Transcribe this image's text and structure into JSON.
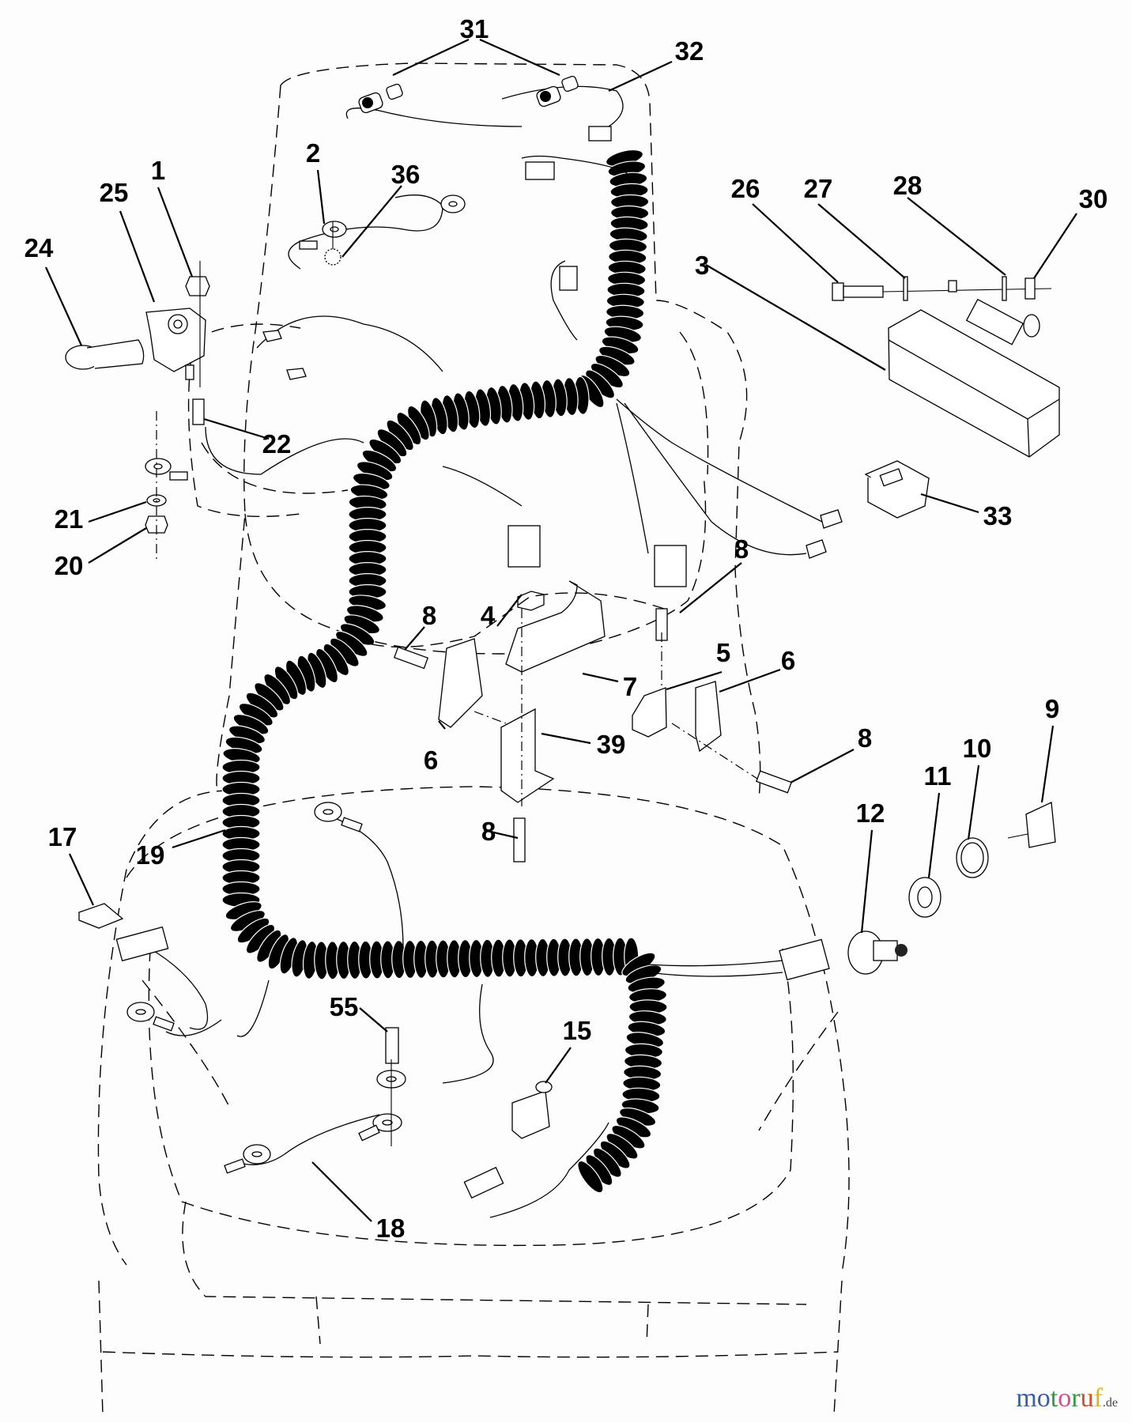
{
  "diagram": {
    "title": "Wiring harness exploded parts diagram",
    "callouts": [
      {
        "id": "c1",
        "label": "1",
        "part": "nut"
      },
      {
        "id": "c2",
        "label": "2",
        "part": "ring-terminal"
      },
      {
        "id": "c3",
        "label": "3",
        "part": "battery"
      },
      {
        "id": "c4",
        "label": "4",
        "part": "nut"
      },
      {
        "id": "c5",
        "label": "5",
        "part": "bracket"
      },
      {
        "id": "c6a",
        "label": "6",
        "part": "switch"
      },
      {
        "id": "c6b",
        "label": "6",
        "part": "switch"
      },
      {
        "id": "c7",
        "label": "7",
        "part": "bracket"
      },
      {
        "id": "c8a",
        "label": "8",
        "part": "screw"
      },
      {
        "id": "c8b",
        "label": "8",
        "part": "screw"
      },
      {
        "id": "c8c",
        "label": "8",
        "part": "screw"
      },
      {
        "id": "c8d",
        "label": "8",
        "part": "screw"
      },
      {
        "id": "c9",
        "label": "9",
        "part": "key"
      },
      {
        "id": "c10",
        "label": "10",
        "part": "bezel"
      },
      {
        "id": "c11",
        "label": "11",
        "part": "nut"
      },
      {
        "id": "c12",
        "label": "12",
        "part": "ignition-switch"
      },
      {
        "id": "c15",
        "label": "15",
        "part": "seat-switch"
      },
      {
        "id": "c17",
        "label": "17",
        "part": "fuse"
      },
      {
        "id": "c18",
        "label": "18",
        "part": "ground-wire"
      },
      {
        "id": "c19",
        "label": "19",
        "part": "wiring-harness"
      },
      {
        "id": "c20",
        "label": "20",
        "part": "nut"
      },
      {
        "id": "c21",
        "label": "21",
        "part": "washer"
      },
      {
        "id": "c22",
        "label": "22",
        "part": "bolt"
      },
      {
        "id": "c24",
        "label": "24",
        "part": "boot"
      },
      {
        "id": "c25",
        "label": "25",
        "part": "solenoid"
      },
      {
        "id": "c26",
        "label": "26",
        "part": "bolt"
      },
      {
        "id": "c27",
        "label": "27",
        "part": "washer"
      },
      {
        "id": "c28",
        "label": "28",
        "part": "lock-washer"
      },
      {
        "id": "c30",
        "label": "30",
        "part": "nut"
      },
      {
        "id": "c31",
        "label": "31",
        "part": "lamp-socket"
      },
      {
        "id": "c32",
        "label": "32",
        "part": "headlight-harness"
      },
      {
        "id": "c33",
        "label": "33",
        "part": "light-switch"
      },
      {
        "id": "c36",
        "label": "36",
        "part": "star-washer"
      },
      {
        "id": "c39",
        "label": "39",
        "part": "bracket"
      },
      {
        "id": "c55",
        "label": "55",
        "part": "screw"
      }
    ]
  },
  "watermark": {
    "letters": [
      "m",
      "o",
      "t",
      "o",
      "r",
      "u",
      "f"
    ],
    "colors": [
      "#3b5ea8",
      "#3b5ea8",
      "#2f9a3e",
      "#d34f8c",
      "#2f9a3e",
      "#e04a22",
      "#e8b21c"
    ],
    "tld": ".de"
  }
}
